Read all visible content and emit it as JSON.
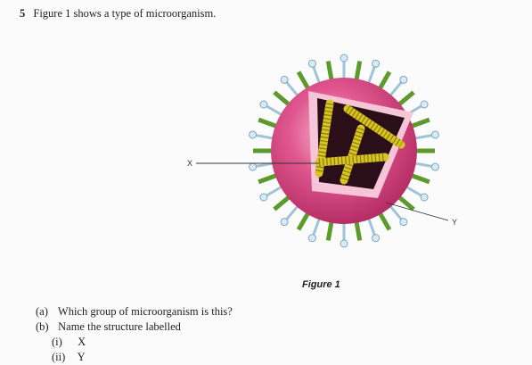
{
  "question": {
    "number": "5",
    "stem": "Figure 1 shows a type of microorganism."
  },
  "figure": {
    "caption": "Figure 1",
    "label_x": "X",
    "label_y": "Y",
    "colors": {
      "capsid": "#d6427a",
      "envelope_highlight": "#f2a5c3",
      "core": "#2a0f18",
      "rna_coil": "#d8c521",
      "spike_green": "#5d9a2c",
      "spike_blue": "#9fc3d8"
    }
  },
  "parts": [
    {
      "label": "(a)",
      "text": "Which group of microorganism is this?"
    },
    {
      "label": "(b)",
      "text": "Name the structure labelled"
    }
  ],
  "subparts": [
    {
      "label": "(i)",
      "text": "X"
    },
    {
      "label": "(ii)",
      "text": "Y"
    }
  ]
}
